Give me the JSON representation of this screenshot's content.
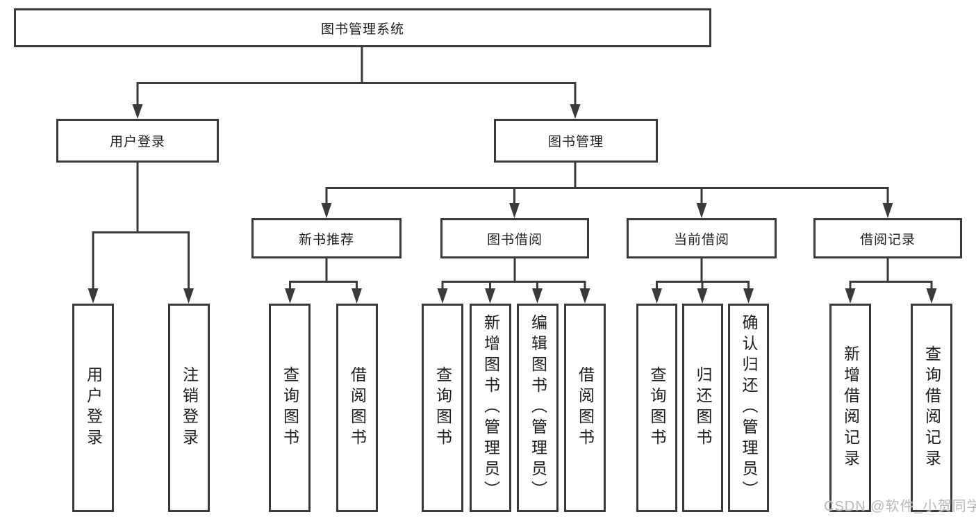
{
  "root": {
    "label": "图书管理系统"
  },
  "branches": [
    {
      "label": "用户登录",
      "children": [
        {
          "label": "用户登录"
        },
        {
          "label": "注销登录"
        }
      ]
    },
    {
      "label": "图书管理",
      "children": [
        {
          "label": "新书推荐",
          "children": [
            {
              "label": "查询图书"
            },
            {
              "label": "借阅图书"
            }
          ]
        },
        {
          "label": "图书借阅",
          "children": [
            {
              "label": "查询图书"
            },
            {
              "label": "新增图书（管理员）"
            },
            {
              "label": "编辑图书（管理员）"
            },
            {
              "label": "借阅图书"
            }
          ]
        },
        {
          "label": "当前借阅",
          "children": [
            {
              "label": "查询图书"
            },
            {
              "label": "归还图书"
            },
            {
              "label": "确认归还（管理员）"
            }
          ]
        },
        {
          "label": "借阅记录",
          "children": [
            {
              "label": "新增借阅记录"
            },
            {
              "label": "查询借阅记录"
            }
          ]
        }
      ]
    }
  ],
  "watermark": "CSDN @软件_小贺同学",
  "colors": {
    "line": "#3a3a3a",
    "text": "#1d1d1f",
    "background": "#ffffff",
    "watermark": "#b9b9b9"
  }
}
